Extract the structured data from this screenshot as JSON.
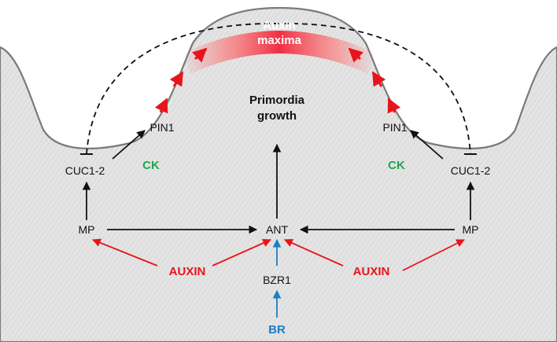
{
  "labels": {
    "auxin_maxima_line1": "Auxin",
    "auxin_maxima_line2": "maxima",
    "primordia_line1": "Primordia",
    "primordia_line2": "growth",
    "pin1_left": "PIN1",
    "pin1_right": "PIN1",
    "cuc_left": "CUC1-2",
    "cuc_right": "CUC1-2",
    "ck_left": "CK",
    "ck_right": "CK",
    "mp_left": "MP",
    "mp_right": "MP",
    "ant": "ANT",
    "auxin_left": "AUXIN",
    "auxin_right": "AUXIN",
    "bzr1": "BZR1",
    "br": "BR"
  },
  "colors": {
    "black": "#111111",
    "red": "#e8141b",
    "green": "#1fa64a",
    "blue": "#1b7dc4",
    "tissue_fill": "#e6e6e6",
    "tissue_stroke": "#7a7a7a"
  }
}
